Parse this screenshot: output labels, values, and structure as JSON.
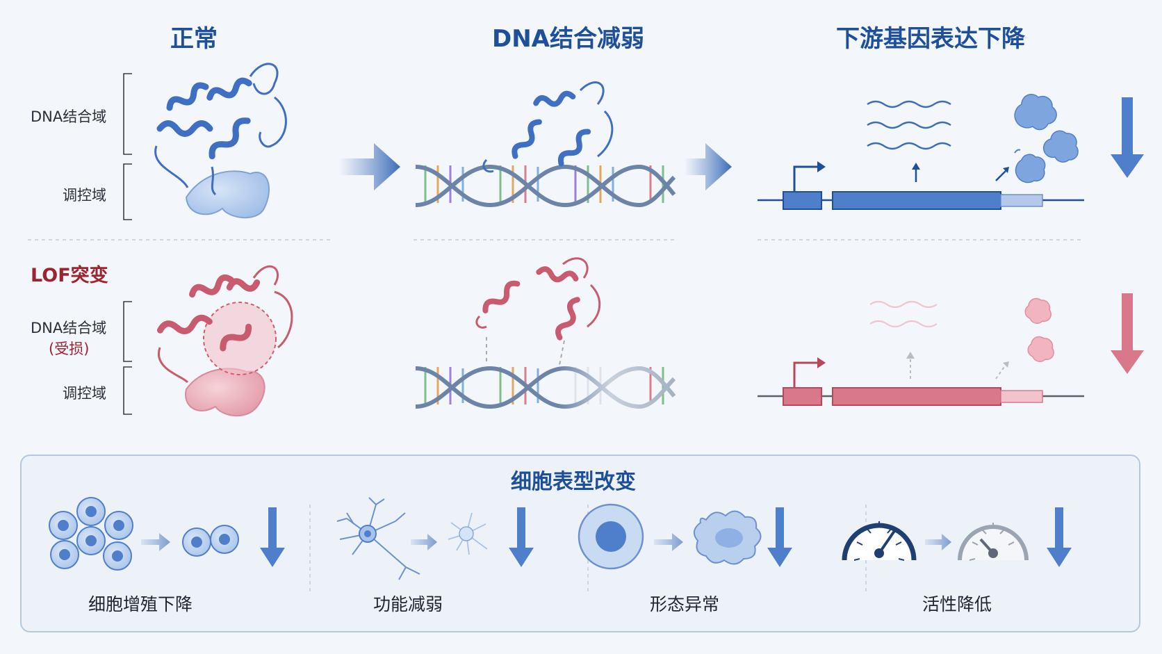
{
  "columns": {
    "normal": "正常",
    "weak_binding": "DNA结合减弱",
    "downstream_down": "下游基因表达下降"
  },
  "rows": {
    "lof": "LOF突变"
  },
  "domains": {
    "dna_binding": "DNA结合域",
    "regulatory": "调控域",
    "lof_dna_binding": "DNA结合域",
    "damaged": "(受损)",
    "lof_regulatory": "调控域"
  },
  "phenotype": {
    "title": "细胞表型改变",
    "items": [
      {
        "label": "细胞增殖下降",
        "icon": "cell-cluster-icon"
      },
      {
        "label": "功能减弱",
        "icon": "neuron-icon"
      },
      {
        "label": "形态异常",
        "icon": "cell-shape-icon"
      },
      {
        "label": "活性降低",
        "icon": "gauge-icon"
      }
    ]
  },
  "colors": {
    "normal_blue": "#3f6fc2",
    "mutant_red": "#c85b6e",
    "title_blue": "#1d4f9a",
    "title_red": "#9c2430",
    "panel_border": "#b5c7de"
  }
}
